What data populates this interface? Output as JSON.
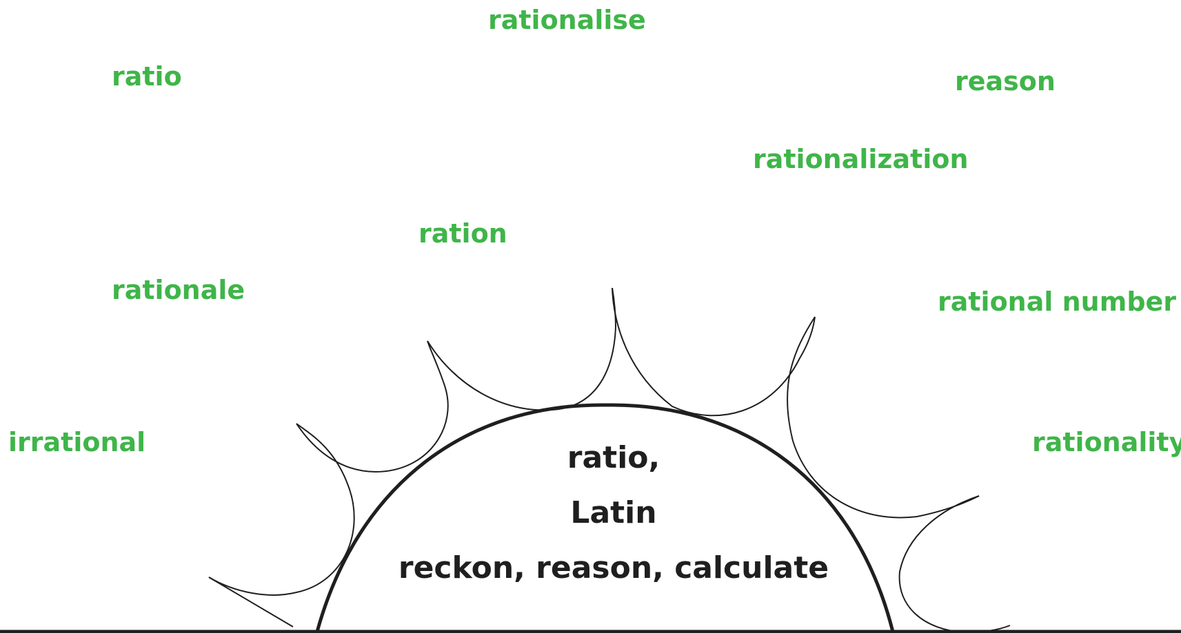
{
  "root": {
    "word": "ratio,",
    "language": "Latin",
    "meaning": "reckon, reason, calculate"
  },
  "derived_words": [
    "rationalise",
    "ratio",
    "reason",
    "rationalization",
    "ration",
    "rationale",
    "rational number",
    "irrational",
    "rationality"
  ],
  "colors": {
    "derived_word": "#3fb549",
    "root_text": "#1f1f1f",
    "outline": "#1f1f1f"
  }
}
